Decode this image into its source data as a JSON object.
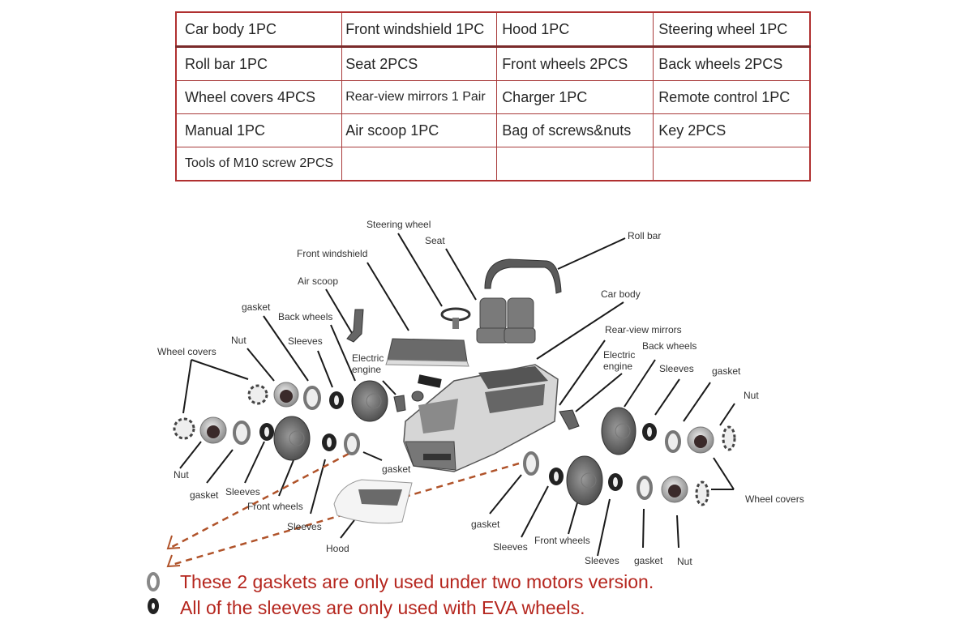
{
  "parts_table": {
    "rows": [
      [
        "Car body 1PC",
        "Front windshield  1PC",
        "Hood 1PC",
        "Steering wheel 1PC"
      ],
      [
        "Roll bar 1PC",
        "Seat 2PCS",
        "Front wheels 2PCS",
        "Back wheels  2PCS"
      ],
      [
        "Wheel covers 4PCS",
        "Rear-view mirrors 1 Pair",
        "Charger 1PC",
        "Remote control 1PC"
      ],
      [
        "Manual 1PC",
        "Air scoop 1PC",
        "Bag of screws&nuts",
        "Key 2PCS"
      ],
      [
        "Tools of M10 screw 2PCS",
        "",
        "",
        ""
      ]
    ]
  },
  "diagram_labels": {
    "steering_wheel": "Steering wheel",
    "seat": "Seat",
    "roll_bar": "Roll bar",
    "front_windshield": "Front windshield",
    "air_scoop": "Air scoop",
    "car_body": "Car body",
    "gasket_top_left": "gasket",
    "back_wheels_left": "Back wheels",
    "nut_top_left": "Nut",
    "sleeves_top_left": "Sleeves",
    "wheel_covers_left": "Wheel covers",
    "electric_engine_left": "Electric\nengine",
    "rear_view_mirrors": "Rear-view mirrors",
    "back_wheels_right": "Back wheels",
    "electric_engine_right": "Electric\nengine",
    "sleeves_top_right": "Sleeves",
    "gasket_top_right": "gasket",
    "nut_top_right": "Nut",
    "nut_bottom_left": "Nut",
    "gasket_bottom_left": "gasket",
    "sleeves_bottom_left": "Sleeves",
    "front_wheels_left": "Front wheels",
    "gasket_mid": "gasket",
    "sleeves_mid": "Sleeves",
    "hood": "Hood",
    "gasket_bottom_right": "gasket",
    "sleeves_bottom_right": "Sleeves",
    "front_wheels_right": "Front wheels",
    "sleeves_far_right": "Sleeves",
    "gasket_far_right": "gasket",
    "nut_far_right": "Nut",
    "wheel_covers_right": "Wheel covers"
  },
  "notes": {
    "gasket_note": "These 2 gaskets are only used under two motors version.",
    "sleeves_note": "All of the sleeves are only used with EVA wheels."
  },
  "colors": {
    "table_border": "#a83a3a",
    "note_text": "#b5261e",
    "dashed_arrow": "#b0532a"
  }
}
